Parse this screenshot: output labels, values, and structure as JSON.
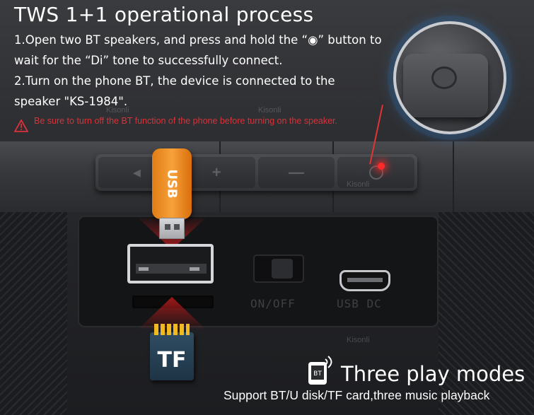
{
  "header": {
    "title": "TWS 1+1 operational process"
  },
  "steps": [
    "1.Open two BT speakers, and press and hold the “◉” button to wait for the “Di” tone to successfully connect.",
    "2.Turn on the phone BT, the device is connected to the speaker \"KS-1984\"."
  ],
  "warning": {
    "text": "Be sure to turn off the BT function of the phone before turning on the speaker.",
    "color": "#d8323a"
  },
  "product": {
    "usb_stick_label": "USB",
    "tf_card_label": "TF",
    "switch_caption": "ON/OFF",
    "port_caption": "USB  DC",
    "watermark": "Kisonli"
  },
  "footer": {
    "mode_title": "Three play modes",
    "mode_subtitle": "Support BT/U disk/TF card,three music playback",
    "mode_icon": "bt-phone-icon"
  },
  "colors": {
    "accent_red": "#e23434",
    "usb_orange": "#f7a13a",
    "tf_contacts": "#f1b820"
  }
}
